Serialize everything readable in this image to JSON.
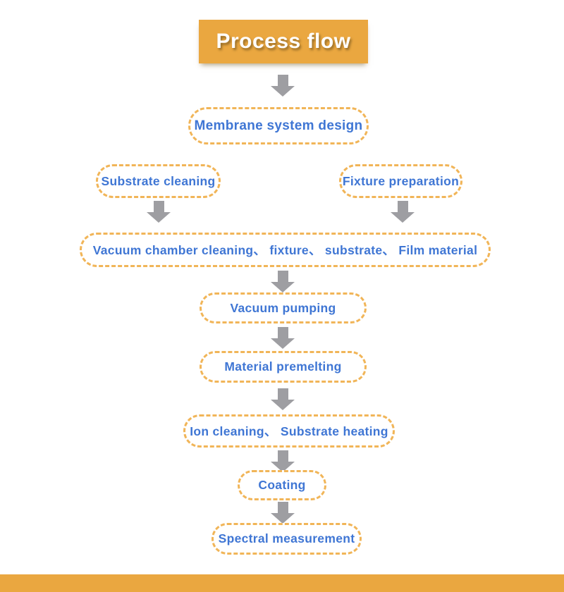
{
  "theme": {
    "accent_orange": "#EAA740",
    "dashed_border_orange": "#F1B558",
    "node_text_blue": "#3F76D4",
    "arrow_gray": "#9E9EA2",
    "title_text_color": "#FFFFFF"
  },
  "title": {
    "label": "Process flow"
  },
  "flow": {
    "membrane_system_design": {
      "label": "Membrane system design"
    },
    "substrate_cleaning": {
      "label": "Substrate cleaning"
    },
    "fixture_preparation": {
      "label": "Fixture preparation"
    },
    "chamber_preparation": {
      "label": "Vacuum chamber cleaning、 fixture、 substrate、 Film material"
    },
    "vacuum_pumping": {
      "label": "Vacuum pumping"
    },
    "material_premelting": {
      "label": "Material premelting"
    },
    "ion_cleaning_substrate_heating": {
      "label": "Ion cleaning、 Substrate heating"
    },
    "coating": {
      "label": "Coating"
    },
    "spectral_measurement": {
      "label": "Spectral measurement"
    }
  }
}
